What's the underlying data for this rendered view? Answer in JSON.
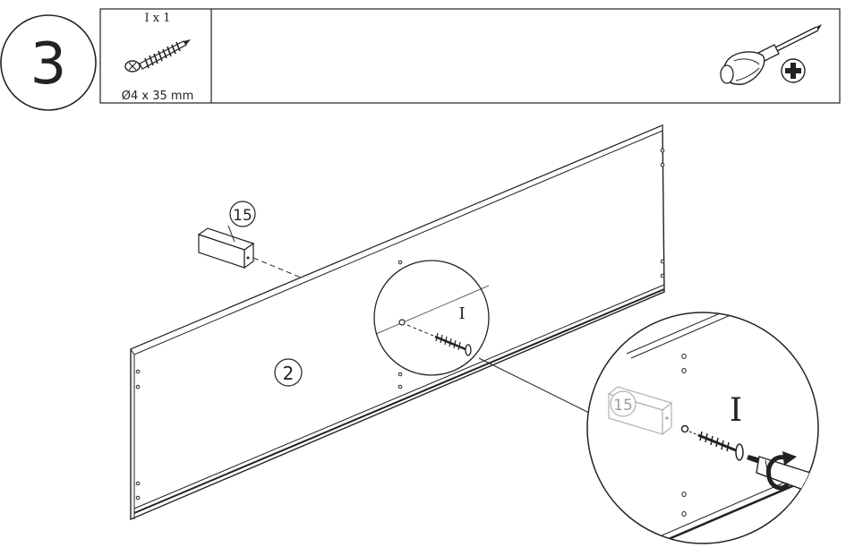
{
  "step": {
    "number": "3"
  },
  "parts_box": {
    "quantity_label": "I x 1",
    "screw_spec": "Ø4 x 35 mm",
    "tool_icon": "phillips-screwdriver-icon"
  },
  "diagram": {
    "panel_label": "2",
    "block_label": "15",
    "screw_callout": "I",
    "detail": {
      "block_label": "15",
      "screw_callout": "I"
    }
  }
}
